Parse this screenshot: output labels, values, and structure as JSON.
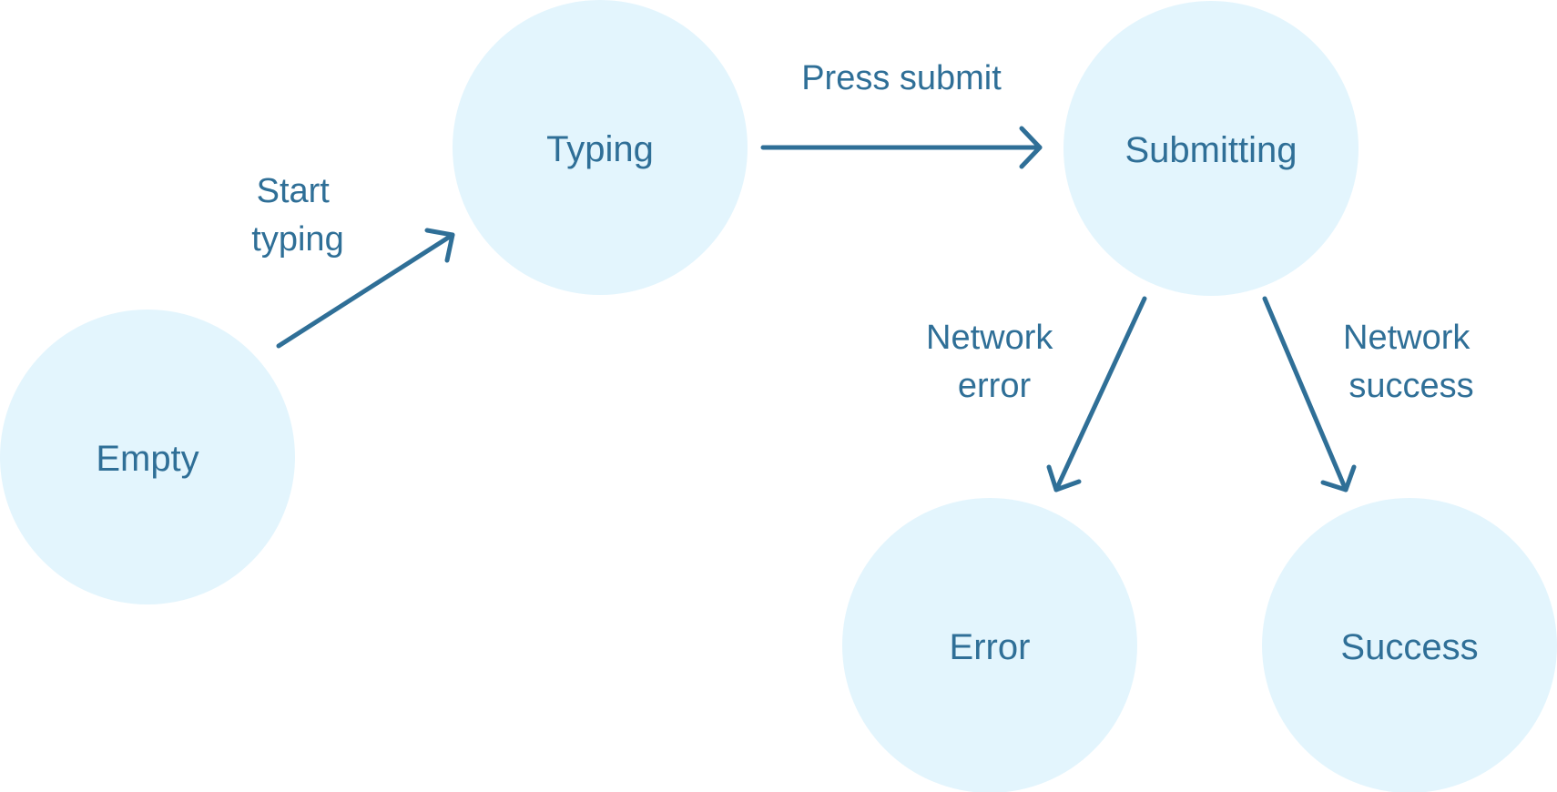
{
  "diagram": {
    "colors": {
      "node_fill": "#e3f5fd",
      "ink": "#2f6f97"
    },
    "nodes": [
      {
        "id": "empty",
        "label": "Empty"
      },
      {
        "id": "typing",
        "label": "Typing"
      },
      {
        "id": "submitting",
        "label": "Submitting"
      },
      {
        "id": "error",
        "label": "Error"
      },
      {
        "id": "success",
        "label": "Success"
      }
    ],
    "edges": [
      {
        "from": "empty",
        "to": "typing",
        "label_lines": [
          "Start",
          "typing"
        ]
      },
      {
        "from": "typing",
        "to": "submitting",
        "label_lines": [
          "Press submit"
        ]
      },
      {
        "from": "submitting",
        "to": "error",
        "label_lines": [
          "Network",
          "error"
        ]
      },
      {
        "from": "submitting",
        "to": "success",
        "label_lines": [
          "Network",
          "success"
        ]
      }
    ]
  }
}
